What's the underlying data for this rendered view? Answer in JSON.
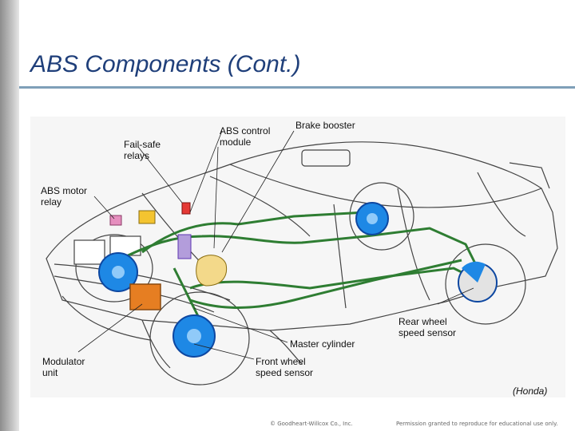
{
  "slide": {
    "title": "ABS Components (Cont.)",
    "credit": "(Honda)",
    "copyright": "© Goodheart-Willcox Co., Inc.",
    "permission": "Permission granted to reproduce for educational use only."
  },
  "labels": {
    "fail_safe_relays": "Fail-safe\nrelays",
    "abs_control_module": "ABS control\nmodule",
    "brake_booster": "Brake booster",
    "abs_motor_relay": "ABS motor\nrelay",
    "rear_wheel_speed_sensor": "Rear wheel\nspeed sensor",
    "master_cylinder": "Master cylinder",
    "modulator_unit": "Modulator\nunit",
    "front_wheel_speed_sensor": "Front wheel\nspeed sensor"
  },
  "colors": {
    "title": "#1f3f7a",
    "brake_line": "#2e7d32",
    "wheel_component": "#1e88e5",
    "modulator": "#e67e22",
    "relay": "#f4c430",
    "booster": "#f3d98a",
    "control_module": "#b39ddb",
    "fail_safe": "#e53935",
    "motor_relay": "#e68fbf"
  }
}
